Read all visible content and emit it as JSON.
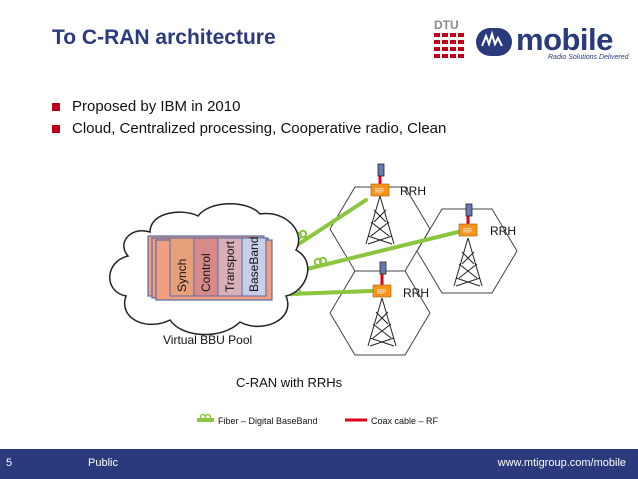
{
  "slide": {
    "title": "To C-RAN architecture",
    "bullets": [
      "Proposed by IBM in 2010",
      "Cloud, Centralized processing, Cooperative radio, Clean"
    ]
  },
  "logos": {
    "dtu_text": "DTU",
    "mtg_text": "mobile",
    "mtg_tagline": "Radio Solutions Delivered"
  },
  "diagram": {
    "bbu_layers": [
      "Synch",
      "Control",
      "Transport",
      "BaseBand"
    ],
    "pool_label": "Virtual BBU Pool",
    "rf_label": "RF",
    "rrh_label": "RRH",
    "caption": "C-RAN with RRHs",
    "legend": {
      "fiber": "Fiber – Digital BaseBand",
      "coax": "Coax cable – RF"
    },
    "colors": {
      "fiber": "#8cc63f",
      "coax": "#e0001b",
      "rf_box": "#f7941d",
      "layers": [
        "#e8a07a",
        "#d88a8a",
        "#d9b0b8",
        "#c6cfe6"
      ]
    }
  },
  "footer": {
    "page_number": "5",
    "classification": "Public",
    "url": "www.mtigroup.com/mobile"
  }
}
